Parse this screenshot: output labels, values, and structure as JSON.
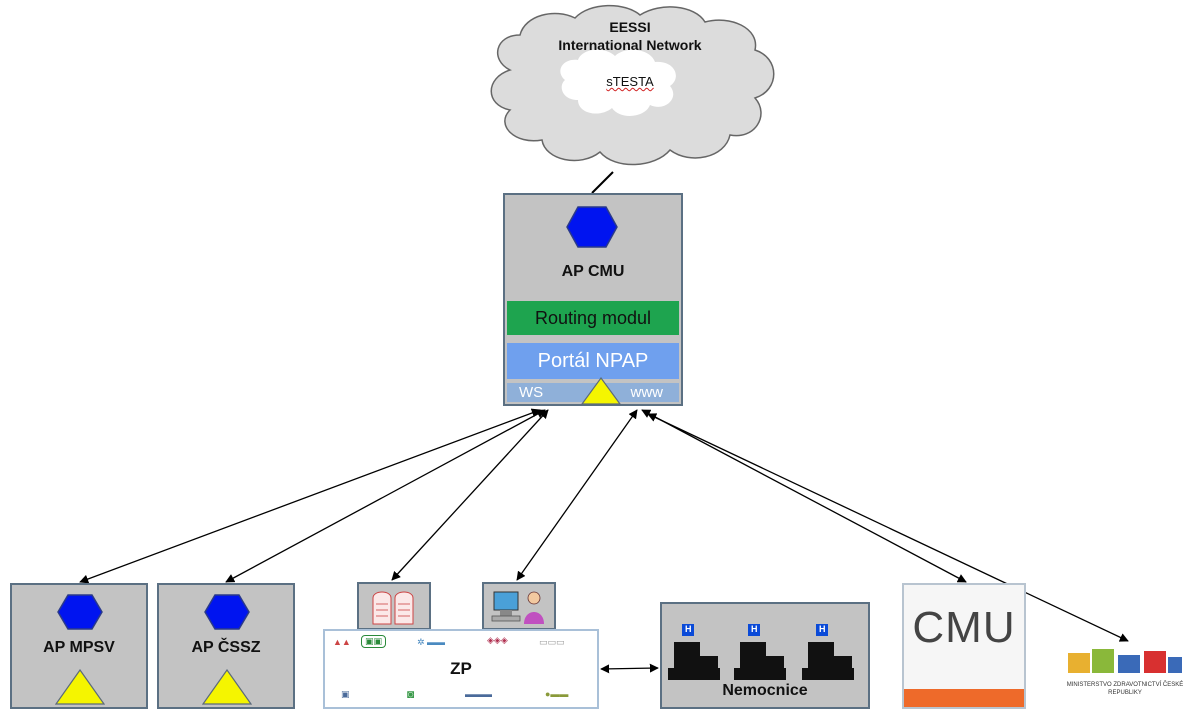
{
  "cloud": {
    "title_line1": "EESSI",
    "title_line2": "International Network",
    "subtitle": "sTESTA"
  },
  "ap_cmu": {
    "label": "AP CMU",
    "routing_label": "Routing modul",
    "portal_label": "Portál NPAP",
    "ws_label": "WS",
    "www_label": "www"
  },
  "ap_mpsv": {
    "label": "AP MPSV"
  },
  "ap_cssz": {
    "label": "AP ČSSZ"
  },
  "zp": {
    "label": "ZP"
  },
  "nemocnice": {
    "label": "Nemocnice",
    "hospital_badge": "H"
  },
  "cmu": {
    "label": "CMU"
  },
  "mz": {
    "logo_text": "MINISTERSTVO ZDRAVOTNICTVÍ ČESKÉ REPUBLIKY"
  },
  "colors": {
    "box_fill": "#c3c3c3",
    "box_border": "#5b7083",
    "hexagon": "#0014f0",
    "triangle": "#f5f500",
    "routing": "#1ea44f",
    "portal": "#6fa0ee",
    "cmu_accent": "#ee6a2a"
  }
}
